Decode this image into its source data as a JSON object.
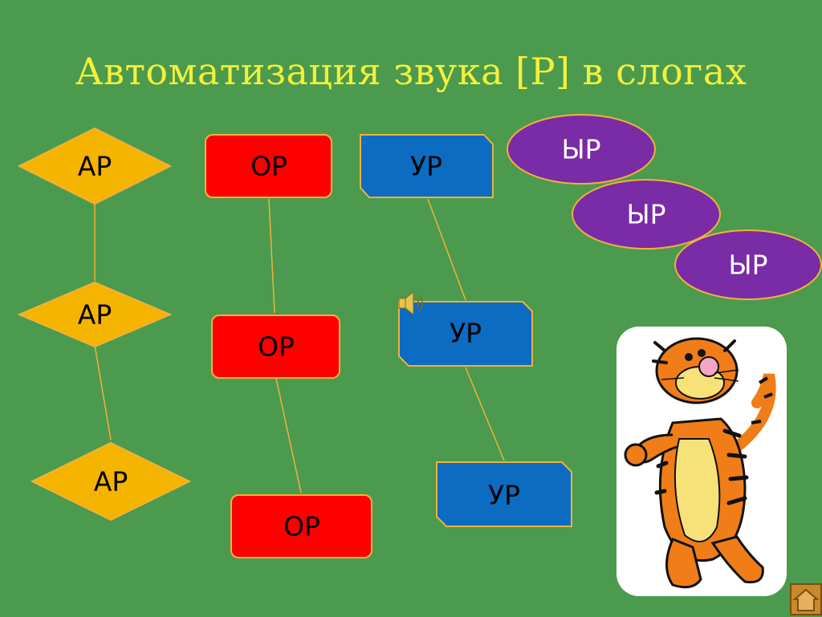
{
  "title": "Автоматизация звука [Р] в слогах",
  "syllables": {
    "ar": [
      "АР",
      "АР",
      "АР"
    ],
    "or": [
      "ОР",
      "ОР",
      "ОР"
    ],
    "ur": [
      "УР",
      "УР",
      "УР"
    ],
    "yr": [
      "ЫР",
      "ЫР",
      "ЫР"
    ]
  },
  "colors": {
    "background": "#4b9a4e",
    "title": "#f3f03a",
    "ar_fill": "#f4b400",
    "or_fill": "#ff0000",
    "ur_fill": "#0b6cc2",
    "yr_fill": "#7a2ba6",
    "outline": "#f2b13a"
  },
  "icons": {
    "sound": "speaker-icon",
    "mascot": "tiger-illustration",
    "nav": "home-icon"
  }
}
